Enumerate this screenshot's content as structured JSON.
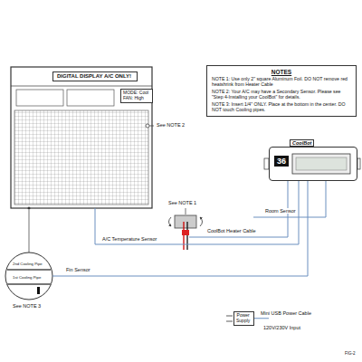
{
  "diagram": {
    "nodes": [
      {
        "text": [
          "DIGITAL DISPLAY A/C ONLY!"
        ]
      },
      {
        "text": [
          "MODE: Cool",
          "FAN: High"
        ]
      },
      {
        "text": [
          "NOTES",
          "NOTE 1: Use only 2\" square Aluminum Foil. DO NOT remove red heatshrink from Heater Cable",
          "NOTE 2: Your A/C may have a Secondary Sensor. Please see \"Step 4-Installing your CoolBot\" for details.",
          "NOTE 3: Insert 1/4\" ONLY. Place at the bottom in the center. DO NOT touch Cooling pipes."
        ]
      },
      {
        "text": [
          "CoolBot",
          "36"
        ]
      },
      {
        "text": [
          "Power Supply"
        ]
      }
    ],
    "edges": [
      {
        "from": 4,
        "to": 3,
        "arrow": "none",
        "label": "Mini USB Power Cable"
      }
    ],
    "labels": [
      "See NOTE 2",
      "See NOTE 1",
      "2nd Cooling Pipe",
      "1st Cooling Pipe",
      "See NOTE 3",
      "Room Sensor",
      "A/C Temperature Sensor",
      "CoolBot Heater Cable",
      "Fin Sensor",
      "120V/230V Input",
      "FIG-2"
    ]
  }
}
